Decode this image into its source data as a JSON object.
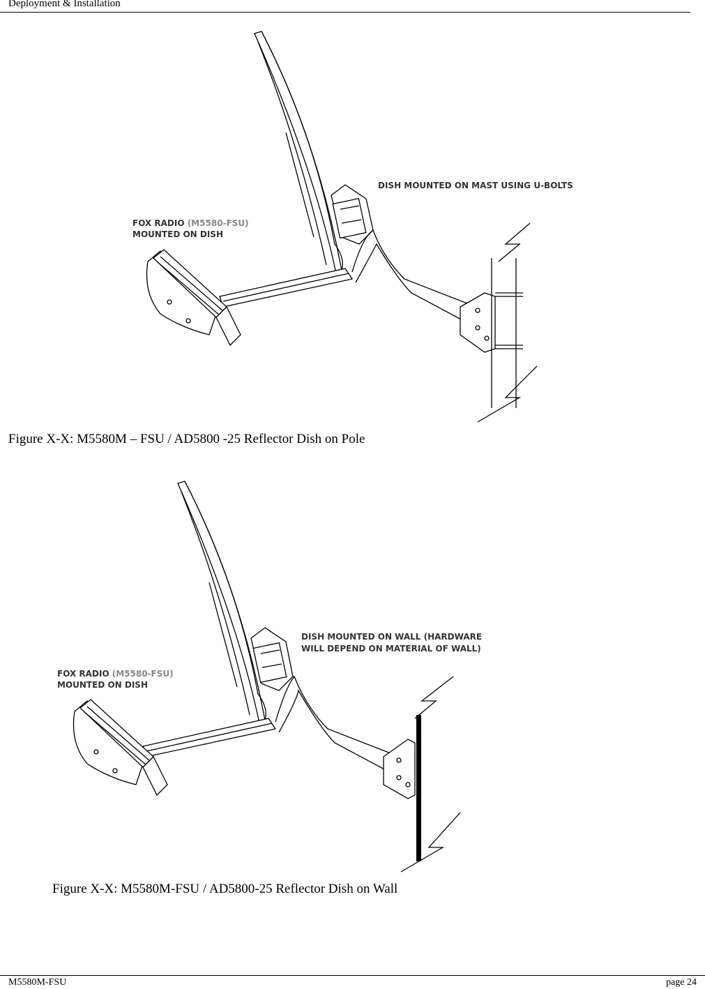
{
  "header": {
    "title": "Deployment & Installation"
  },
  "figure_pole": {
    "label_dish_mount": "DISH MOUNTED ON MAST USING U-BOLTS",
    "label_radio_line1_prefix": "FOX RADIO ",
    "label_radio_model": "(M5580-FSU)",
    "label_radio_line2": "MOUNTED ON DISH",
    "caption": "Figure X-X: M5580M – FSU / AD5800 -25 Reflector Dish on Pole"
  },
  "figure_wall": {
    "label_dish_mount_line1": "DISH MOUNTED ON WALL (HARDWARE",
    "label_dish_mount_line2": "WILL DEPEND ON MATERIAL OF WALL)",
    "label_radio_line1_prefix": "FOX RADIO ",
    "label_radio_model": "(M5580-FSU)",
    "label_radio_line2": "MOUNTED ON DISH",
    "caption": "Figure X-X: M5580M-FSU / AD5800-25 Reflector Dish on Wall"
  },
  "footer": {
    "model": "M5580M-FSU",
    "page": "page 24"
  }
}
